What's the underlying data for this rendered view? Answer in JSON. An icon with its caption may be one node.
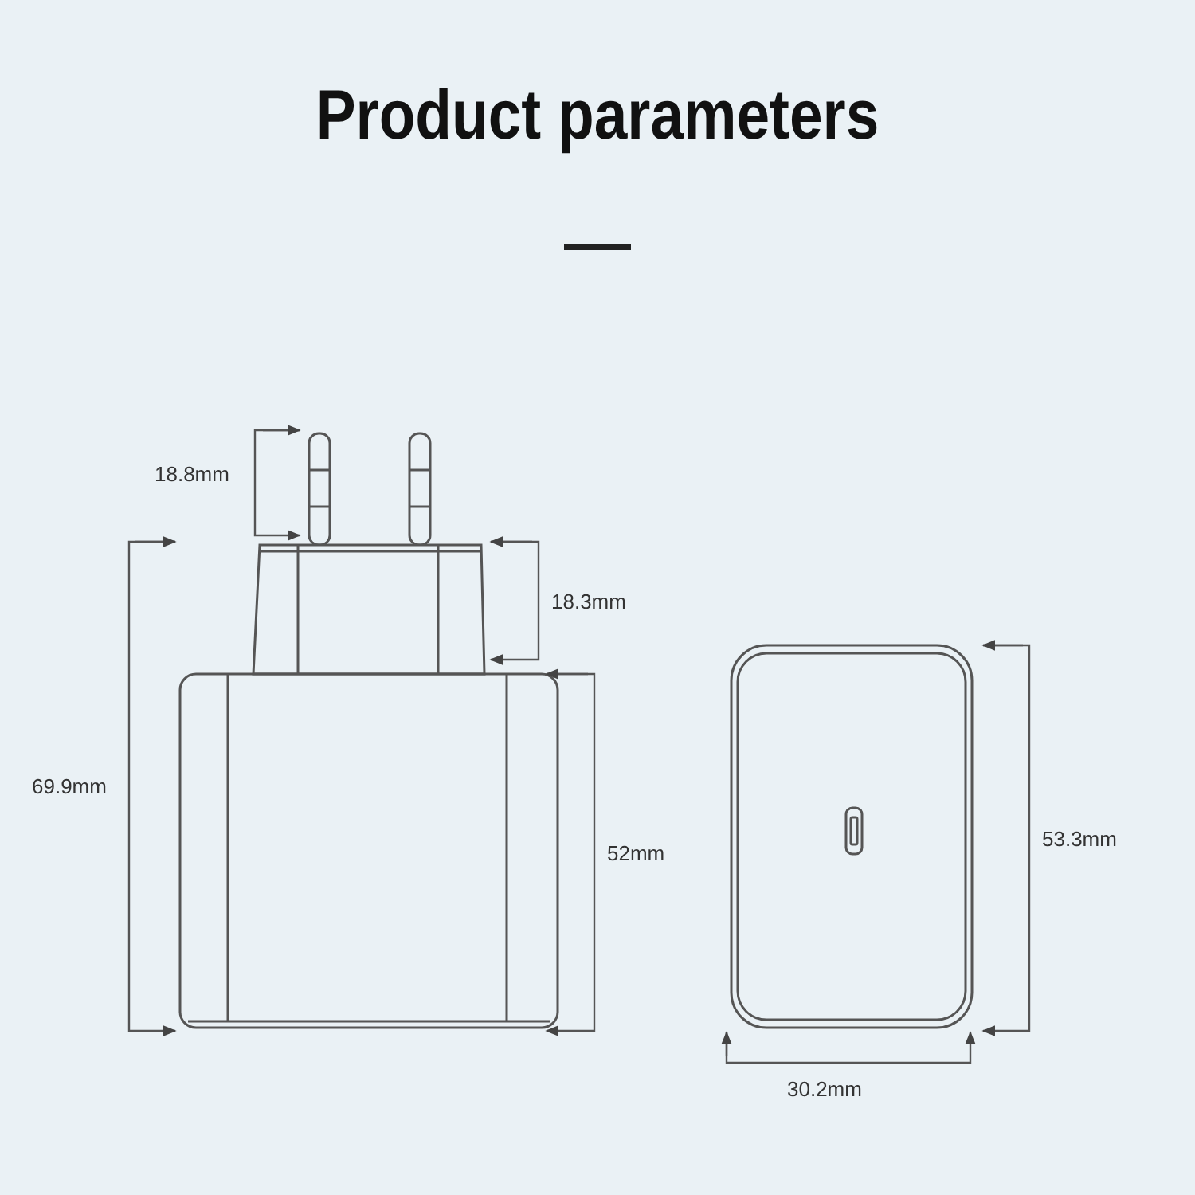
{
  "diagram": {
    "title": "Product parameters",
    "labels": [
      "18.8mm",
      "18.3mm",
      "69.9mm",
      "52mm",
      "53.3mm",
      "30.2mm"
    ]
  }
}
